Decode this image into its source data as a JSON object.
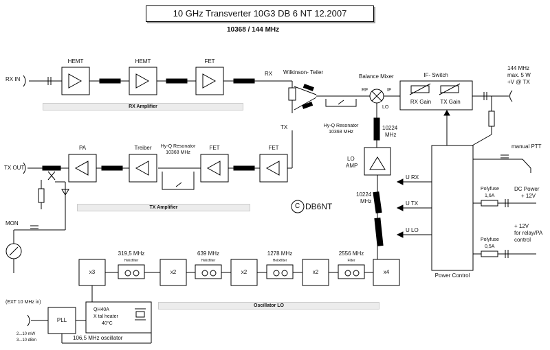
{
  "title": "10 GHz Transverter  10G3  DB 6 NT  12.2007",
  "subtitle": "10368 / 144 MHz",
  "rx": {
    "in_label": "RX IN",
    "stage1": "HEMT",
    "stage2": "HEMT",
    "stage3": "FET",
    "band_label": "RX  Amplifier",
    "rx_tap": "RX"
  },
  "wilkinson": "Wilkinson- Teiler",
  "hyq_rx": {
    "line1": "Hy-Q Resonator",
    "line2": "10368 MHz"
  },
  "mixer": {
    "title": "Balance Mixer",
    "rf": "RF",
    "if": "IF",
    "lo": "LO"
  },
  "if_switch": {
    "title": "IF- Switch",
    "rx_gain": "RX Gain",
    "tx_gain": "TX Gain"
  },
  "if_port": {
    "line1": "144 MHz",
    "line2": "max. 5 W",
    "line3": "+V @ TX"
  },
  "lo_feed": {
    "line1": "10224",
    "line2": "MHz"
  },
  "lo_amp": {
    "line1": "LO",
    "line2": "AMP"
  },
  "lo_feed2": {
    "line1": "10224",
    "line2": "MHz"
  },
  "tx": {
    "tx_tap": "TX",
    "pa": "PA",
    "driver": "Treiber",
    "hyq": {
      "line1": "Hy-Q Resonator",
      "line2": "10368 MHz"
    },
    "fet1": "FET",
    "fet2": "FET",
    "out_label": "TX OUT",
    "band_label": "TX  Amplifier"
  },
  "copyright": "DB6NT",
  "mon": "MON",
  "power": {
    "title": "Power Control",
    "u_rx": "U  RX",
    "u_tx": "U  TX",
    "u_lo": "U  LO",
    "ptt": "manual PTT",
    "polyfuse1": {
      "line1": "Polyfuse",
      "line2": "1,6A"
    },
    "dc": {
      "line1": "DC Power",
      "line2": "+ 12V"
    },
    "polyfuse2": {
      "line1": "Polyfuse",
      "line2": "0,5A"
    },
    "relay": {
      "line1": "+ 12V",
      "line2": "for relay/PA",
      "line3": "control"
    }
  },
  "osc": {
    "ext_in": "(EXT 10 MHz in)",
    "pll": "PLL",
    "level1": "2...10 mW",
    "level2": "3...10 dBm",
    "x3": "x3",
    "f1": "319,5 MHz",
    "filter1": "Helixfilter",
    "x2a": "x2",
    "f2": "639 MHz",
    "filter2": "Helixfilter",
    "x2b": "x2",
    "f3": "1278 MHz",
    "filter3": "Helixfilter",
    "x2c": "x2",
    "f4": "2556 MHz",
    "filter4": "Filter",
    "x4": "x4",
    "crystal": {
      "line1": "QH40A",
      "line2": "X tal heater",
      "line3": "40°C"
    },
    "osc_label": "106,5 MHz oscillator",
    "band_label": "Oscillator  LO"
  }
}
